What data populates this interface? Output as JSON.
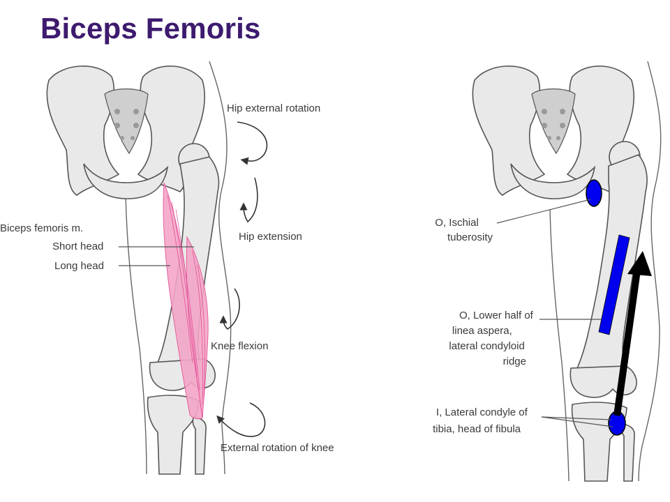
{
  "title": "Biceps Femoris",
  "left_figure": {
    "muscle_label": "Biceps femoris m.",
    "short_head_label": "Short head",
    "long_head_label": "Long head",
    "actions": [
      "Hip external rotation",
      "Hip extension",
      "Knee flexion",
      "External rotation of knee"
    ]
  },
  "right_figure": {
    "origin_1": [
      "O, Ischial",
      "tuberosity"
    ],
    "origin_2": [
      "O, Lower half of",
      "linea aspera,",
      "lateral condyloid",
      "ridge"
    ],
    "insertion": [
      "I, Lateral condyle of",
      "tibia, head of fibula"
    ]
  },
  "colors": {
    "title": "#3d1a6e",
    "muscle": "#e0468f",
    "origin_marker": "#0000ee",
    "action_arrow": "#000000"
  }
}
